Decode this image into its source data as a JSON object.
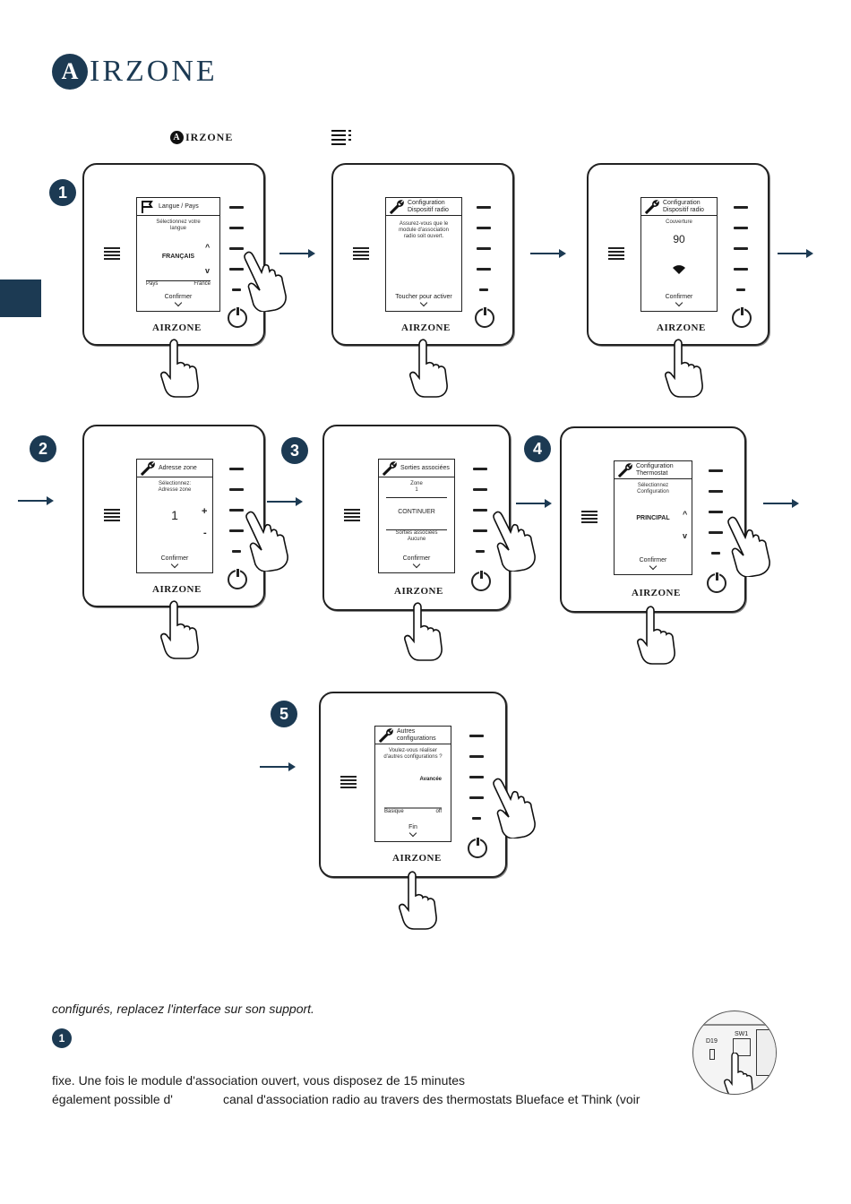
{
  "header": {
    "logo_letter": "A",
    "logo_text": "IRZONE"
  },
  "intro": {
    "mini_logo_letter": "A",
    "mini_logo_text": "IRZONE"
  },
  "steps": [
    "1",
    "2",
    "3",
    "4",
    "5"
  ],
  "devices": {
    "d1": {
      "title": "Langue / Pays",
      "line1": "Sélectionnez votre",
      "line2": "langue",
      "value": "FRANÇAIS",
      "sub_label": "Pays",
      "sub_value": "France",
      "footer": "Confirmer",
      "brand": "AIRZONE"
    },
    "d2": {
      "title1": "Configuration",
      "title2": "Dispositif radio",
      "line1": "Assurez-vous que le",
      "line2": "module d'association",
      "line3": "radio soit ouvert.",
      "footer": "Toucher pour activer",
      "brand": "AIRZONE"
    },
    "d3": {
      "title1": "Configuration",
      "title2": "Dispositif radio",
      "line1": "Couverture",
      "value": "90",
      "footer": "Confirmer",
      "brand": "AIRZONE"
    },
    "d4": {
      "title": "Adresse zone",
      "line1": "Sélectionnez:",
      "line2": "Adresse zone",
      "value": "1",
      "plus": "+",
      "minus": "-",
      "footer": "Confirmer",
      "brand": "AIRZONE"
    },
    "d5": {
      "title": "Sorties associées",
      "line1": "Zone",
      "line2": "1",
      "value": "CONTINUER",
      "line3": "Sorties associées",
      "line4": "Aucune",
      "footer": "Confirmer",
      "brand": "AIRZONE"
    },
    "d6": {
      "title1": "Configuration",
      "title2": "Thermostat",
      "line1": "Sélectionnez",
      "line2": "Configuration",
      "value": "PRINCIPAL",
      "footer": "Confirmer",
      "brand": "AIRZONE"
    },
    "d7": {
      "title1": "Autres",
      "title2": "configurations",
      "line1": "Voulez-vous réaliser",
      "line2": "d'autres configurations ?",
      "option": "Avancée",
      "sub_label": "Basique",
      "sub_value": "off",
      "footer": "Fin",
      "brand": "AIRZONE"
    }
  },
  "body_text": {
    "line1": "configurés, replacez l'interface sur son support.",
    "step_marker": "1",
    "line2": "fixe. Une fois le module d'association ouvert, vous disposez de 15 minutes",
    "line3a": "également possible d'",
    "line3b": "canal d'association radio au travers des thermostats Blueface et Think (voir"
  },
  "photo": {
    "label1": "SW1",
    "label2": "D19"
  },
  "colors": {
    "brand": "#1c3a53"
  }
}
